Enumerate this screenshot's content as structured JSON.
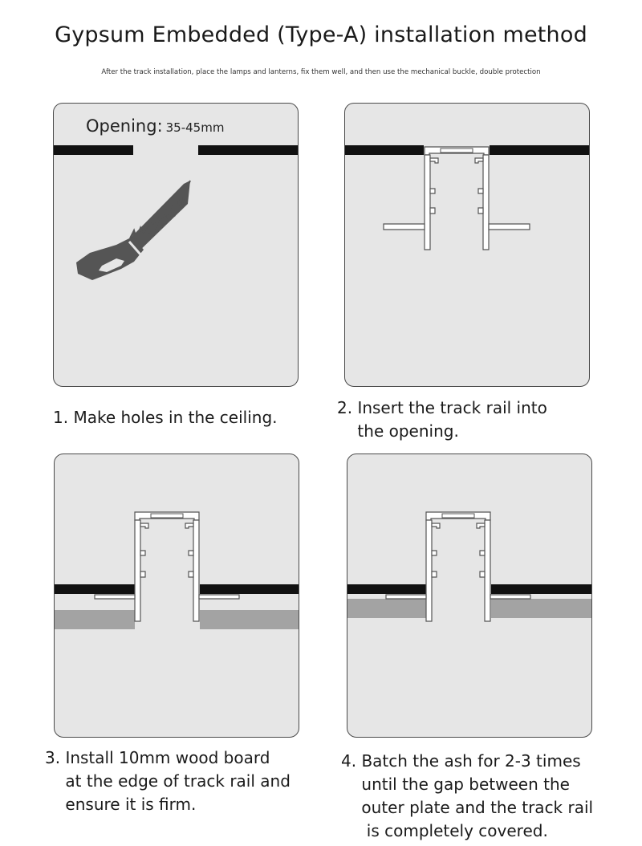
{
  "header": {
    "title": "Gypsum Embedded (Type-A) installation method",
    "subtitle": "After the track installation, place the lamps and lanterns, fix them well, and then use the mechanical buckle, double protection"
  },
  "panel1": {
    "opening_label": "Opening:",
    "opening_value": "35-45mm",
    "icon": "saw-icon"
  },
  "steps": [
    {
      "caption": "1. Make holes in the ceiling."
    },
    {
      "caption": "2. Insert the track rail into\n    the opening."
    },
    {
      "caption": "3. Install 10mm wood board\n    at the edge of track rail and\n    ensure it is firm."
    },
    {
      "caption": "4. Batch the ash for 2-3 times\n    until the gap between the\n    outer plate and the track rail\n     is completely covered."
    }
  ],
  "colors": {
    "panel_bg": "#e6e6e6",
    "ceiling_board": "#111111",
    "wood_board": "#a3a3a3",
    "saw": "#555555"
  }
}
